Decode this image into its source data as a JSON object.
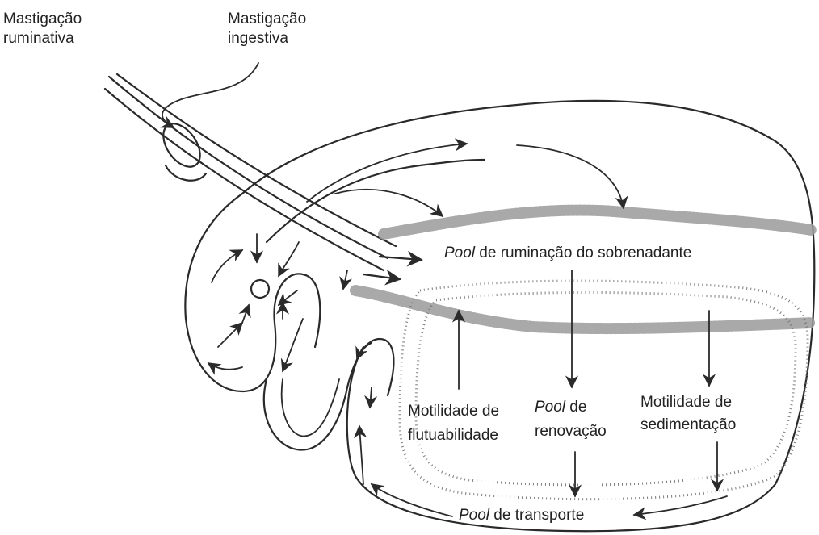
{
  "labels": {
    "mastigacao_ruminativa_line1": "Mastigação",
    "mastigacao_ruminativa_line2": "ruminativa",
    "mastigacao_ingestiva_line1": "Mastigação",
    "mastigacao_ingestiva_line2": "ingestiva",
    "pool_ruminacao_italic": "Pool",
    "pool_ruminacao_rest": " de ruminação do sobrenadante",
    "motilidade_flutuabilidade_line1": "Motilidade de",
    "motilidade_flutuabilidade_line2": "flutuabilidade",
    "pool_renovacao_italic": "Pool",
    "pool_renovacao_rest": " de",
    "pool_renovacao_line2": "renovação",
    "motilidade_sedimentacao_line1": "Motilidade de",
    "motilidade_sedimentacao_line2": "sedimentação",
    "pool_transporte_italic": "Pool",
    "pool_transporte_rest": " de transporte"
  },
  "colors": {
    "ink": "#222222",
    "digesta_mat": "#9a9a9a"
  }
}
